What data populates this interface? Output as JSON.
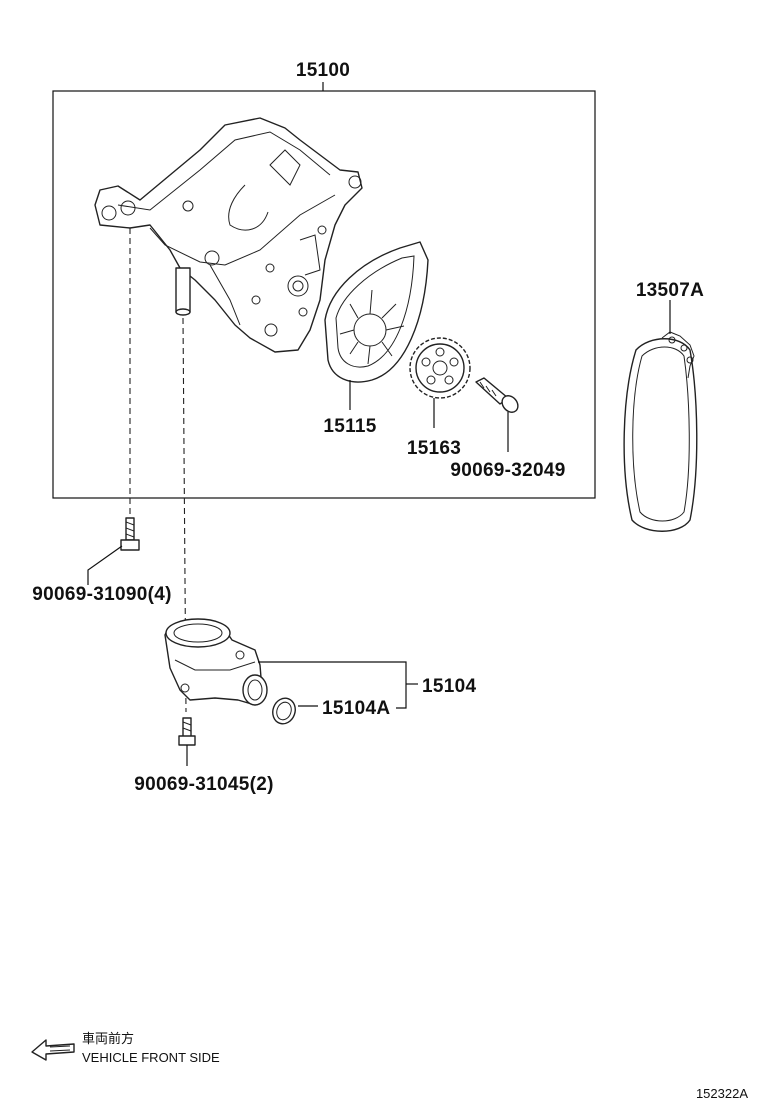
{
  "labels": {
    "oil_pump_assembly": "15100",
    "timing_cover_seal": "15115",
    "sprocket": "15163",
    "sprocket_bolt": "90069-32049",
    "chain": "13507A",
    "mount_bolt": "90069-31090(4)",
    "strainer_assembly": "15104",
    "o_ring": "15104A",
    "strainer_bolt": "90069-31045(2)"
  },
  "direction_note": {
    "japanese": "車両前方",
    "english": "VEHICLE FRONT SIDE"
  },
  "figure_code": "152322A",
  "colors": {
    "ink": "#111111",
    "background": "#ffffff"
  }
}
